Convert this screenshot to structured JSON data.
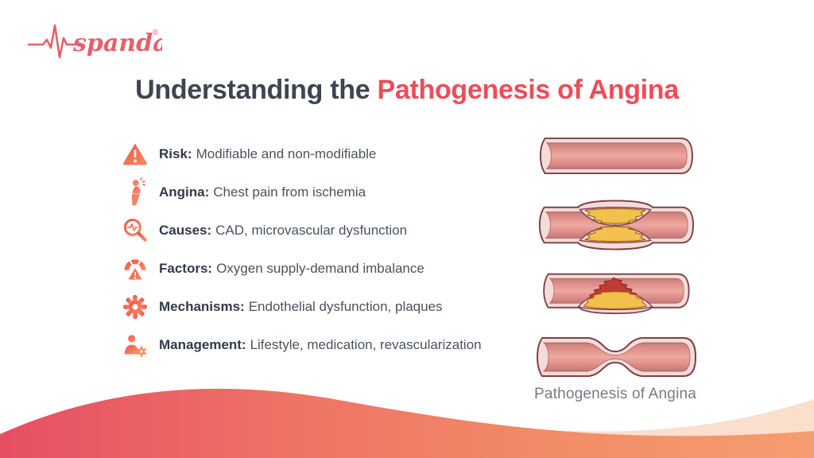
{
  "brand": {
    "logo_text": "spandan",
    "registered_mark": "®",
    "logo_color": "#e4606d"
  },
  "title": {
    "prefix": "Understanding the ",
    "highlight": "Pathogenesis of Angina",
    "prefix_color": "#3e4550",
    "highlight_color": "#ee4c59"
  },
  "list": {
    "items": [
      {
        "icon": "warning-triangle-icon",
        "label": "Risk:",
        "text": "Modifiable and non-modifiable"
      },
      {
        "icon": "chest-pain-person-icon",
        "label": "Angina:",
        "text": "Chest pain from ischemia"
      },
      {
        "icon": "magnifier-pulse-icon",
        "label": "Causes:",
        "text": "CAD, microvascular dysfunction"
      },
      {
        "icon": "gauge-warning-icon",
        "label": "Factors:",
        "text": "Oxygen supply-demand imbalance"
      },
      {
        "icon": "gear-icon",
        "label": "Mechanisms:",
        "text": "Endothelial dysfunction, plaques"
      },
      {
        "icon": "person-gear-icon",
        "label": "Management:",
        "text": "Lifestyle, medication, revascularization"
      }
    ]
  },
  "figure": {
    "caption": "Pathogenesis of Angina",
    "stages": [
      "normal-artery",
      "artery-with-stable-plaque",
      "artery-plaque-rupture-thrombus",
      "artery-severe-stenosis"
    ]
  },
  "colors": {
    "accent_red": "#ee4c59",
    "icon_gradient_start": "#f0564f",
    "icon_gradient_end": "#f58a5e",
    "vessel_outline": "#7e3e4a",
    "vessel_rim": "#f6dbd6",
    "vessel_body": "#dd8e88",
    "plaque_yellow": "#f1c04d",
    "thrombus_red": "#c23b33",
    "wave_left": "#e64f63",
    "wave_right": "#f59d70",
    "caption_gray": "#767b82"
  }
}
